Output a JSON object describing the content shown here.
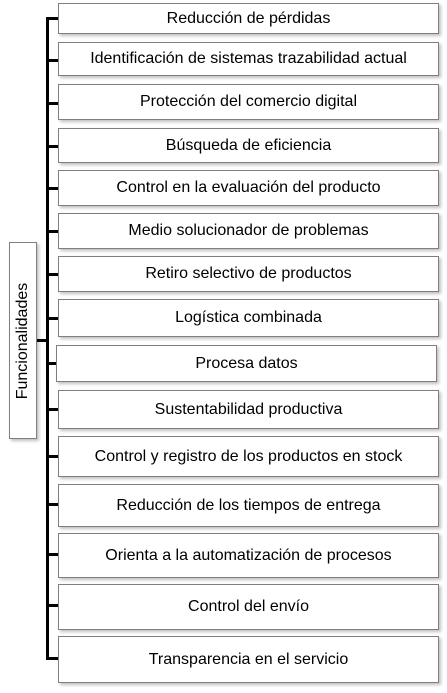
{
  "root": {
    "label": "Funcionalidades"
  },
  "items": [
    {
      "label": "Reducción de pérdidas"
    },
    {
      "label": "Identificación de sistemas trazabilidad actual"
    },
    {
      "label": "Protección del comercio digital"
    },
    {
      "label": "Búsqueda de eficiencia"
    },
    {
      "label": "Control en la evaluación del producto"
    },
    {
      "label": "Medio solucionador de problemas"
    },
    {
      "label": "Retiro selectivo de productos"
    },
    {
      "label": "Logística combinada"
    },
    {
      "label": "Procesa datos"
    },
    {
      "label": "Sustentabilidad productiva"
    },
    {
      "label": "Control y registro de los productos en stock"
    },
    {
      "label": "Reducción de los tiempos de entrega"
    },
    {
      "label": "Orienta a la automatización de procesos"
    },
    {
      "label": "Control del envío"
    },
    {
      "label": "Transparencia en el servicio"
    }
  ]
}
